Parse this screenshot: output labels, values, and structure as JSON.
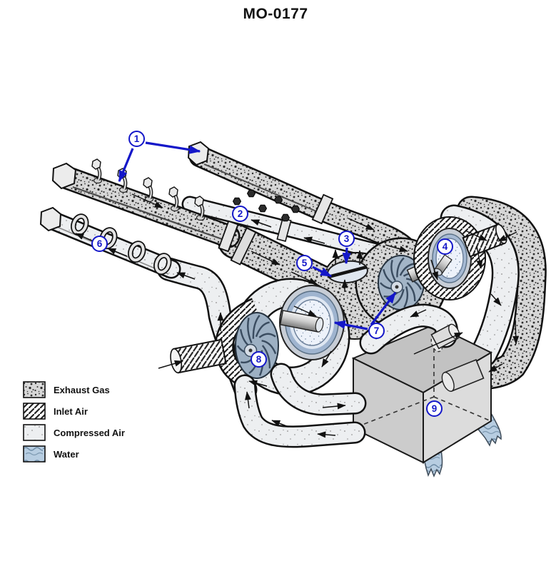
{
  "figure": {
    "title": "MO-0177"
  },
  "legend": {
    "items": [
      {
        "label": "Exhaust Gas",
        "key": "exhaust-gas"
      },
      {
        "label": "Inlet Air",
        "key": "inlet-air"
      },
      {
        "label": "Compressed Air",
        "key": "compressed-air"
      },
      {
        "label": "Water",
        "key": "water"
      }
    ]
  },
  "callouts": [
    {
      "number": "1"
    },
    {
      "number": "2"
    },
    {
      "number": "3"
    },
    {
      "number": "4"
    },
    {
      "number": "5"
    },
    {
      "number": "6"
    },
    {
      "number": "7"
    },
    {
      "number": "8"
    },
    {
      "number": "9"
    }
  ],
  "colors": {
    "callout_blue": "#1417c9",
    "line_black": "#1a1a1a",
    "exhaust_fill": "#d6d6d6",
    "compressed_fill": "#edeff1",
    "water_fill": "#b7cde1",
    "box_top": "#c2c2c2",
    "box_left": "#cccccc",
    "box_right": "#dcdcdc"
  }
}
